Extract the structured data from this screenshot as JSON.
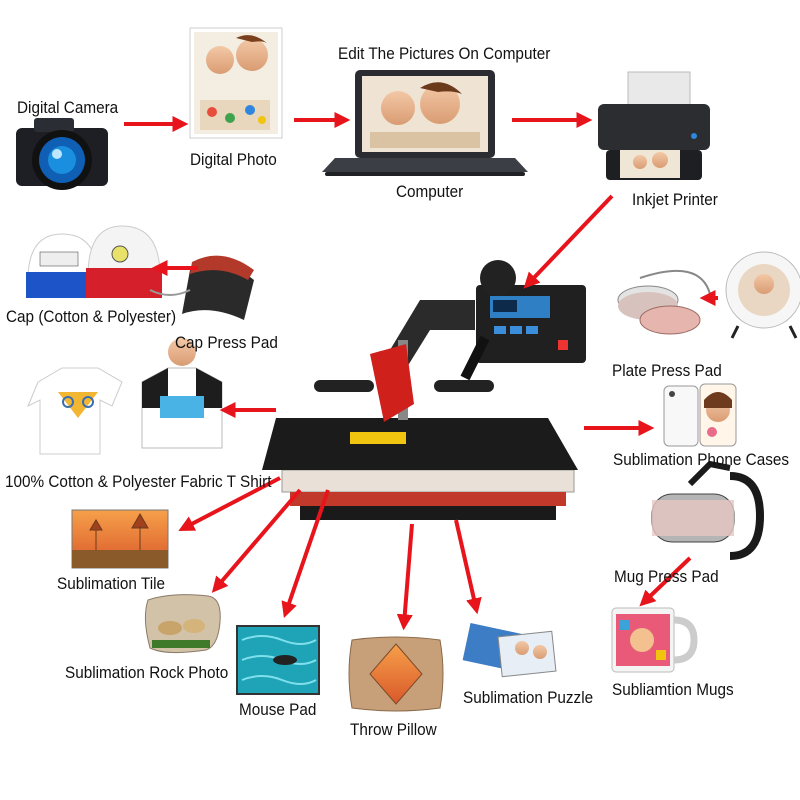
{
  "colors": {
    "arrow": "#e8141c",
    "press_body": "#1b1b1b",
    "pad_red": "#c0392b",
    "lcd_blue": "#2f7fc4"
  },
  "items": {
    "digital_camera": "Digital Camera",
    "digital_photo": "Digital Photo",
    "edit_pictures": "Edit The Pictures On Computer",
    "computer": "Computer",
    "inkjet_printer": "Inkjet Printer",
    "cap": "Cap (Cotton & Polyester)",
    "cap_press_pad": "Cap Press Pad",
    "plate_press_pad": "Plate Press Pad",
    "t_shirt": "100% Cotton & Polyester Fabric T Shirt",
    "phone_cases": "Sublimation Phone Cases",
    "tile": "Sublimation Tile",
    "mug_press_pad": "Mug Press Pad",
    "rock_photo": "Sublimation Rock Photo",
    "mouse_pad": "Mouse Pad",
    "throw_pillow": "Throw Pillow",
    "puzzle": "Sublimation Puzzle",
    "mugs": "Subliamtion Mugs"
  },
  "icons": [
    "camera-icon",
    "photo-icon",
    "laptop-icon",
    "printer-icon",
    "cap-icon",
    "cap-press-icon",
    "plate-icon",
    "tshirt-icon",
    "phone-case-icon",
    "tile-icon",
    "mug-press-icon",
    "rock-photo-icon",
    "mouse-pad-icon",
    "pillow-icon",
    "puzzle-icon",
    "mug-icon",
    "heat-press-icon"
  ]
}
